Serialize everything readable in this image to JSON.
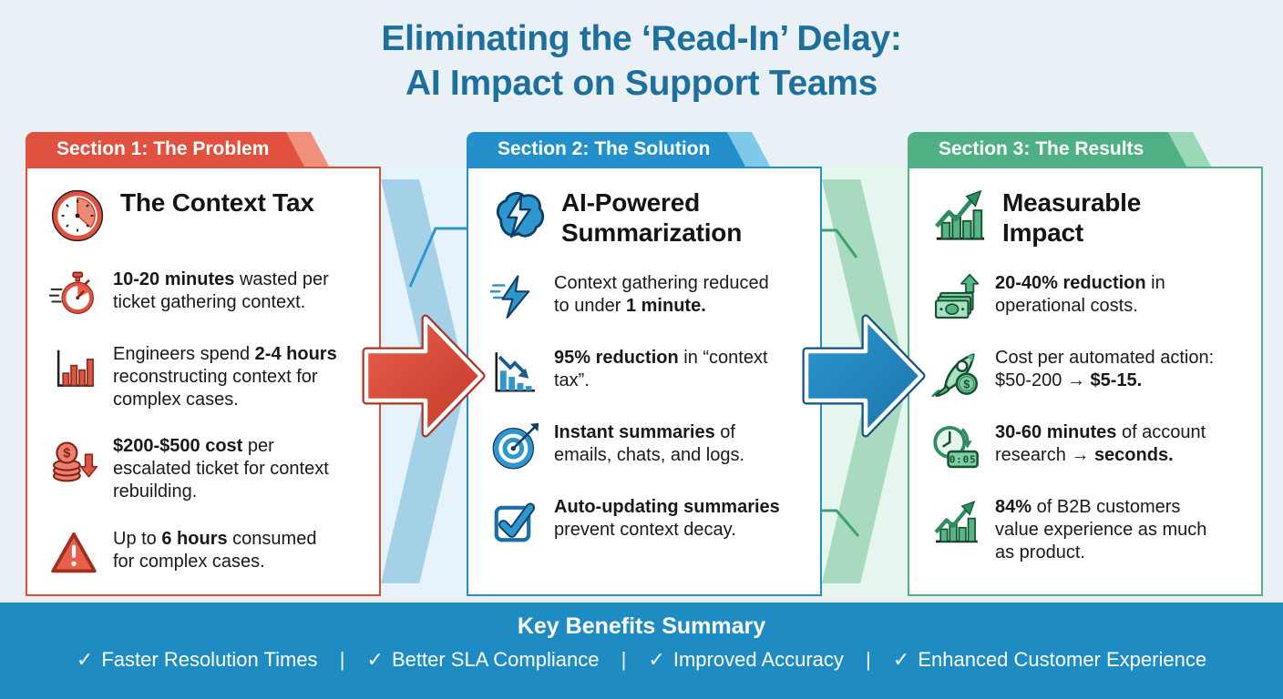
{
  "title": {
    "line1": "Eliminating the ‘Read-In’ Delay:",
    "line2": "AI Impact on Support Teams"
  },
  "colors": {
    "background": "#E9F1F6",
    "title_text": "#1D6F9E",
    "section1_accent": "#E0523F",
    "section2_accent": "#2390CB",
    "section3_accent": "#4FB183",
    "footer_bg": "#1E8CC3"
  },
  "sections": [
    {
      "banner": "Section 1: The Problem",
      "heading": "The Context Tax",
      "icon": "clock-icon",
      "items": [
        {
          "icon": "stopwatch-icon",
          "segments": [
            {
              "t": "10-20 minutes",
              "b": true
            },
            {
              "t": " wasted per ticket gathering context.",
              "b": false
            }
          ]
        },
        {
          "icon": "bar-chart-icon",
          "segments": [
            {
              "t": "Engineers spend ",
              "b": false
            },
            {
              "t": "2-4 hours",
              "b": true
            },
            {
              "t": " reconstructing context for complex cases.",
              "b": false
            }
          ]
        },
        {
          "icon": "coins-down-arrow-icon",
          "segments": [
            {
              "t": "$200-$500 cost",
              "b": true
            },
            {
              "t": " per escalated ticket for context rebuilding.",
              "b": false
            }
          ]
        },
        {
          "icon": "warning-triangle-icon",
          "segments": [
            {
              "t": "Up to ",
              "b": false
            },
            {
              "t": "6 hours",
              "b": true
            },
            {
              "t": " consumed for complex cases.",
              "b": false
            }
          ]
        }
      ]
    },
    {
      "banner": "Section 2: The Solution",
      "heading": "AI-Powered Summarization",
      "icon": "brain-bolt-icon",
      "items": [
        {
          "icon": "speed-bolt-icon",
          "segments": [
            {
              "t": "Context gathering reduced to under ",
              "b": false
            },
            {
              "t": "1 minute.",
              "b": true
            }
          ]
        },
        {
          "icon": "declining-chart-icon",
          "segments": [
            {
              "t": "95% reduction",
              "b": true
            },
            {
              "t": " in “context tax”.",
              "b": false
            }
          ]
        },
        {
          "icon": "target-icon",
          "segments": [
            {
              "t": "Instant summaries",
              "b": true
            },
            {
              "t": " of emails, chats, and logs.",
              "b": false
            }
          ]
        },
        {
          "icon": "checkbox-check-icon",
          "segments": [
            {
              "t": "Auto-updating summaries",
              "b": true
            },
            {
              "t": " prevent context decay.",
              "b": false
            }
          ]
        }
      ]
    },
    {
      "banner": "Section 3: The Results",
      "heading": "Measurable Impact",
      "icon": "growth-chart-icon",
      "items": [
        {
          "icon": "money-up-arrow-icon",
          "segments": [
            {
              "t": "20-40% reduction",
              "b": true
            },
            {
              "t": " in operational costs.",
              "b": false
            }
          ]
        },
        {
          "icon": "rocket-dollar-icon",
          "segments": [
            {
              "t": "Cost per automated action: $50-200 → ",
              "b": false
            },
            {
              "t": "$5-15.",
              "b": true
            }
          ]
        },
        {
          "icon": "clock-timer-icon",
          "segments": [
            {
              "t": "30-60 minutes",
              "b": true
            },
            {
              "t": " of account research → ",
              "b": false
            },
            {
              "t": "seconds.",
              "b": true
            }
          ]
        },
        {
          "icon": "growth-chart-icon",
          "segments": [
            {
              "t": "84%",
              "b": true
            },
            {
              "t": " of B2B customers value experience as much as product.",
              "b": false
            }
          ]
        }
      ],
      "clock_display": "0:05"
    }
  ],
  "footer": {
    "title": "Key Benefits Summary",
    "check": "✓",
    "separator": "|",
    "benefits": [
      "Faster Resolution Times",
      "Better SLA Compliance",
      "Improved Accuracy",
      "Enhanced Customer Experience"
    ]
  }
}
